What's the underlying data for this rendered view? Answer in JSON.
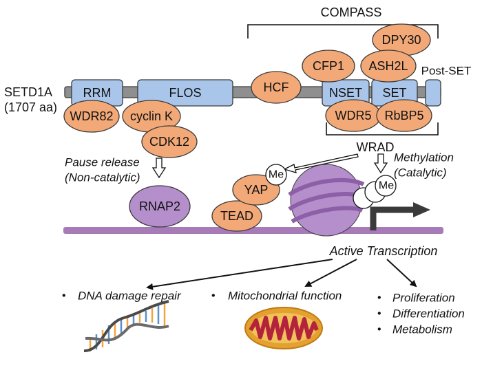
{
  "protein": {
    "name": "SETD1A",
    "length": "(1707 aa)"
  },
  "complex": {
    "compass": "COMPASS",
    "wrad": "WRAD"
  },
  "domains": {
    "rrm": "RRM",
    "flos": "FLOS",
    "nset": "NSET",
    "set": "SET",
    "postset": "Post-SET"
  },
  "binders": {
    "hcf": "HCF",
    "cfp1": "CFP1",
    "ash2l": "ASH2L",
    "dpy30": "DPY30",
    "wdr5": "WDR5",
    "rbbp5": "RbBP5",
    "wdr82": "WDR82",
    "cyclink": "cyclin K",
    "cdk12": "CDK12"
  },
  "mechanisms": {
    "pause_line1": "Pause release",
    "pause_line2": "(Non-catalytic)",
    "methyl_line1": "Methylation",
    "methyl_line2": "(Catalytic)"
  },
  "factors": {
    "rnap2": "RNAP2",
    "yap": "YAP",
    "tead": "TEAD",
    "me": "Me"
  },
  "transcription": "Active Transcription",
  "outcomes": {
    "bullet": "•",
    "dna": "DNA damage repair",
    "mito": "Mitochondrial function",
    "prolif": "Proliferation",
    "diff": "Differentiation",
    "metab": "Metabolism"
  },
  "colors": {
    "domain": "#a9c6ea",
    "binder": "#f2a977",
    "nucleosome": "#b48fcc",
    "dna_track": "#a77ab8"
  }
}
